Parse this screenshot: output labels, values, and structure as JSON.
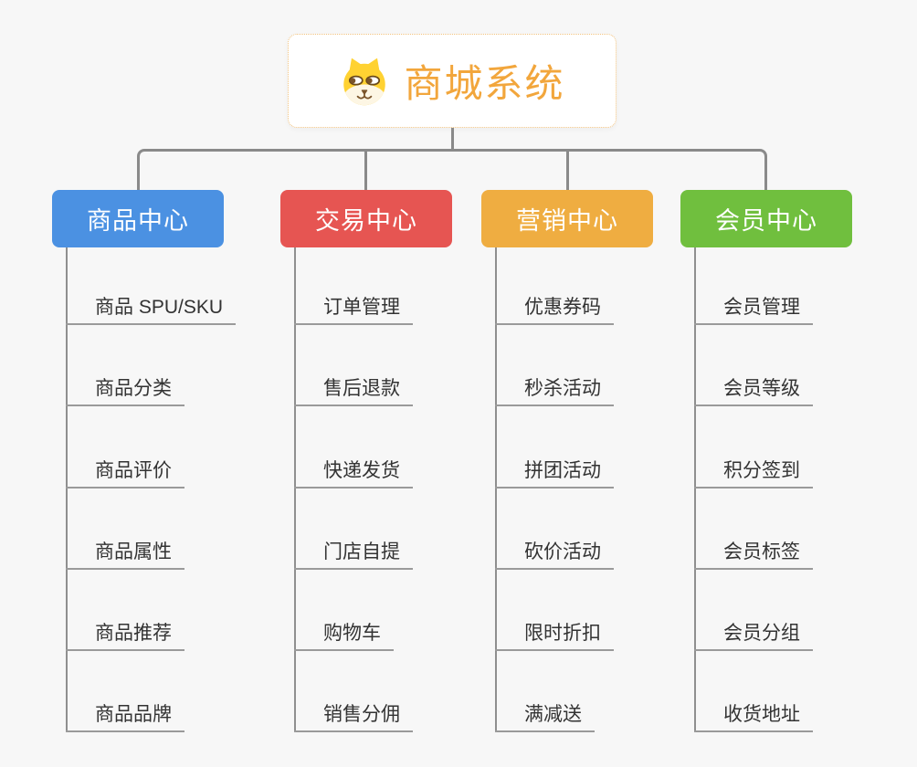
{
  "page": {
    "background_color": "#f7f7f7",
    "connector_color": "#8a8a8a"
  },
  "root": {
    "title": "商城系统",
    "icon": "dog-face-icon",
    "title_color": "#f2a63c",
    "border_color": "#f2c27e"
  },
  "branches": [
    {
      "label": "商品中心",
      "color": "#4b91e2",
      "items": [
        "商品 SPU/SKU",
        "商品分类",
        "商品评价",
        "商品属性",
        "商品推荐",
        "商品品牌"
      ]
    },
    {
      "label": "交易中心",
      "color": "#e65552",
      "items": [
        "订单管理",
        "售后退款",
        "快递发货",
        "门店自提",
        "购物车",
        "销售分佣"
      ]
    },
    {
      "label": "营销中心",
      "color": "#efad41",
      "items": [
        "优惠券码",
        "秒杀活动",
        "拼团活动",
        "砍价活动",
        "限时折扣",
        "满减送"
      ]
    },
    {
      "label": "会员中心",
      "color": "#70bf3e",
      "items": [
        "会员管理",
        "会员等级",
        "积分签到",
        "会员标签",
        "会员分组",
        "收货地址"
      ]
    }
  ]
}
